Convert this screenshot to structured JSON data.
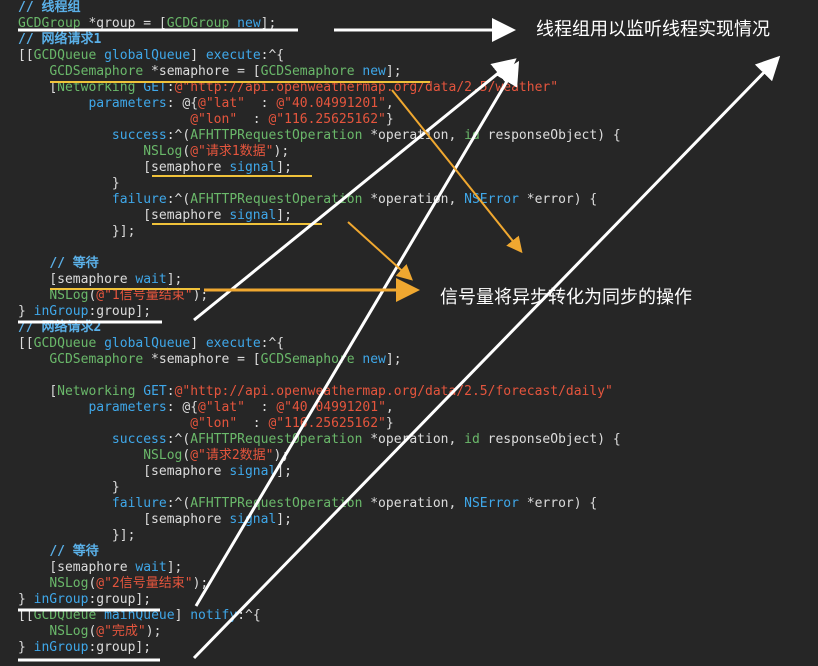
{
  "code_lines": [
    {
      "indent": "",
      "tokens": [
        {
          "t": "// 线程组",
          "c": "comment"
        }
      ]
    },
    {
      "indent": "",
      "tokens": [
        {
          "t": "GCDGroup",
          "c": "cls"
        },
        {
          "t": " *group = [",
          "c": "plain"
        },
        {
          "t": "GCDGroup",
          "c": "cls"
        },
        {
          "t": " new",
          "c": "kw"
        },
        {
          "t": "];",
          "c": "plain"
        }
      ]
    },
    {
      "indent": "",
      "tokens": [
        {
          "t": "// 网络请求1",
          "c": "comment"
        }
      ]
    },
    {
      "indent": "",
      "tokens": [
        {
          "t": "[[",
          "c": "plain"
        },
        {
          "t": "GCDQueue",
          "c": "cls"
        },
        {
          "t": " globalQueue",
          "c": "kw"
        },
        {
          "t": "] ",
          "c": "plain"
        },
        {
          "t": "execute",
          "c": "kw"
        },
        {
          "t": ":^{",
          "c": "plain"
        }
      ]
    },
    {
      "indent": "    ",
      "tokens": [
        {
          "t": "GCDSemaphore",
          "c": "cls"
        },
        {
          "t": " *semaphore = [",
          "c": "plain"
        },
        {
          "t": "GCDSemaphore",
          "c": "cls"
        },
        {
          "t": " new",
          "c": "kw"
        },
        {
          "t": "];",
          "c": "plain"
        }
      ]
    },
    {
      "indent": "    ",
      "tokens": [
        {
          "t": "[",
          "c": "plain"
        },
        {
          "t": "Networking",
          "c": "cls"
        },
        {
          "t": " GET",
          "c": "kw"
        },
        {
          "t": ":",
          "c": "plain"
        },
        {
          "t": "@\"http://api.openweathermap.org/data/2.5/weather\"",
          "c": "str"
        }
      ]
    },
    {
      "indent": "         ",
      "tokens": [
        {
          "t": "parameters",
          "c": "kw"
        },
        {
          "t": ": @{",
          "c": "plain"
        },
        {
          "t": "@\"lat\"",
          "c": "str"
        },
        {
          "t": "  : ",
          "c": "plain"
        },
        {
          "t": "@\"40.04991201\"",
          "c": "str"
        },
        {
          "t": ",",
          "c": "plain"
        }
      ]
    },
    {
      "indent": "                      ",
      "tokens": [
        {
          "t": "@\"lon\"",
          "c": "str"
        },
        {
          "t": "  : ",
          "c": "plain"
        },
        {
          "t": "@\"116.25625162\"",
          "c": "str"
        },
        {
          "t": "}",
          "c": "plain"
        }
      ]
    },
    {
      "indent": "            ",
      "tokens": [
        {
          "t": "success",
          "c": "kw"
        },
        {
          "t": ":^(",
          "c": "plain"
        },
        {
          "t": "AFHTTPRequestOperation",
          "c": "cls"
        },
        {
          "t": " *operation, ",
          "c": "plain"
        },
        {
          "t": "id",
          "c": "cls"
        },
        {
          "t": " responseObject) {",
          "c": "plain"
        }
      ]
    },
    {
      "indent": "                ",
      "tokens": [
        {
          "t": "NSLog",
          "c": "cls"
        },
        {
          "t": "(",
          "c": "plain"
        },
        {
          "t": "@\"请求1数据\"",
          "c": "str"
        },
        {
          "t": ");",
          "c": "plain"
        }
      ]
    },
    {
      "indent": "                ",
      "tokens": [
        {
          "t": "[semaphore ",
          "c": "plain"
        },
        {
          "t": "signal",
          "c": "kw"
        },
        {
          "t": "];",
          "c": "plain"
        }
      ]
    },
    {
      "indent": "            ",
      "tokens": [
        {
          "t": "}",
          "c": "plain"
        }
      ]
    },
    {
      "indent": "            ",
      "tokens": [
        {
          "t": "failure",
          "c": "kw"
        },
        {
          "t": ":^(",
          "c": "plain"
        },
        {
          "t": "AFHTTPRequestOperation",
          "c": "cls"
        },
        {
          "t": " *operation, ",
          "c": "plain"
        },
        {
          "t": "NSError",
          "c": "kw"
        },
        {
          "t": " *error) {",
          "c": "plain"
        }
      ]
    },
    {
      "indent": "                ",
      "tokens": [
        {
          "t": "[semaphore ",
          "c": "plain"
        },
        {
          "t": "signal",
          "c": "kw"
        },
        {
          "t": "];",
          "c": "plain"
        }
      ]
    },
    {
      "indent": "            ",
      "tokens": [
        {
          "t": "}];",
          "c": "plain"
        }
      ]
    },
    {
      "indent": "",
      "tokens": []
    },
    {
      "indent": "    ",
      "tokens": [
        {
          "t": "// 等待",
          "c": "comment"
        }
      ]
    },
    {
      "indent": "    ",
      "tokens": [
        {
          "t": "[semaphore ",
          "c": "plain"
        },
        {
          "t": "wait",
          "c": "kw"
        },
        {
          "t": "];",
          "c": "plain"
        }
      ]
    },
    {
      "indent": "    ",
      "tokens": [
        {
          "t": "NSLog",
          "c": "cls"
        },
        {
          "t": "(",
          "c": "plain"
        },
        {
          "t": "@\"1信号量结束\"",
          "c": "str"
        },
        {
          "t": ");",
          "c": "plain"
        }
      ]
    },
    {
      "indent": "",
      "tokens": [
        {
          "t": "} ",
          "c": "plain"
        },
        {
          "t": "inGroup",
          "c": "kw"
        },
        {
          "t": ":group];",
          "c": "plain"
        }
      ]
    },
    {
      "indent": "",
      "tokens": [
        {
          "t": "// 网络请求2",
          "c": "comment"
        }
      ]
    },
    {
      "indent": "",
      "tokens": [
        {
          "t": "[[",
          "c": "plain"
        },
        {
          "t": "GCDQueue",
          "c": "cls"
        },
        {
          "t": " globalQueue",
          "c": "kw"
        },
        {
          "t": "] ",
          "c": "plain"
        },
        {
          "t": "execute",
          "c": "kw"
        },
        {
          "t": ":^{",
          "c": "plain"
        }
      ]
    },
    {
      "indent": "    ",
      "tokens": [
        {
          "t": "GCDSemaphore",
          "c": "cls"
        },
        {
          "t": " *semaphore = [",
          "c": "plain"
        },
        {
          "t": "GCDSemaphore",
          "c": "cls"
        },
        {
          "t": " new",
          "c": "kw"
        },
        {
          "t": "];",
          "c": "plain"
        }
      ]
    },
    {
      "indent": "",
      "tokens": []
    },
    {
      "indent": "    ",
      "tokens": [
        {
          "t": "[",
          "c": "plain"
        },
        {
          "t": "Networking",
          "c": "cls"
        },
        {
          "t": " GET",
          "c": "kw"
        },
        {
          "t": ":",
          "c": "plain"
        },
        {
          "t": "@\"http://api.openweathermap.org/data/2.5/forecast/daily\"",
          "c": "str"
        }
      ]
    },
    {
      "indent": "         ",
      "tokens": [
        {
          "t": "parameters",
          "c": "kw"
        },
        {
          "t": ": @{",
          "c": "plain"
        },
        {
          "t": "@\"lat\"",
          "c": "str"
        },
        {
          "t": "  : ",
          "c": "plain"
        },
        {
          "t": "@\"40.04991201\"",
          "c": "str"
        },
        {
          "t": ",",
          "c": "plain"
        }
      ]
    },
    {
      "indent": "                      ",
      "tokens": [
        {
          "t": "@\"lon\"",
          "c": "str"
        },
        {
          "t": "  : ",
          "c": "plain"
        },
        {
          "t": "@\"116.25625162\"",
          "c": "str"
        },
        {
          "t": "}",
          "c": "plain"
        }
      ]
    },
    {
      "indent": "            ",
      "tokens": [
        {
          "t": "success",
          "c": "kw"
        },
        {
          "t": ":^(",
          "c": "plain"
        },
        {
          "t": "AFHTTPRequestOperation",
          "c": "cls"
        },
        {
          "t": " *operation, ",
          "c": "plain"
        },
        {
          "t": "id",
          "c": "cls"
        },
        {
          "t": " responseObject) {",
          "c": "plain"
        }
      ]
    },
    {
      "indent": "                ",
      "tokens": [
        {
          "t": "NSLog",
          "c": "cls"
        },
        {
          "t": "(",
          "c": "plain"
        },
        {
          "t": "@\"请求2数据\"",
          "c": "str"
        },
        {
          "t": ");",
          "c": "plain"
        }
      ]
    },
    {
      "indent": "                ",
      "tokens": [
        {
          "t": "[semaphore ",
          "c": "plain"
        },
        {
          "t": "signal",
          "c": "kw"
        },
        {
          "t": "];",
          "c": "plain"
        }
      ]
    },
    {
      "indent": "            ",
      "tokens": [
        {
          "t": "}",
          "c": "plain"
        }
      ]
    },
    {
      "indent": "            ",
      "tokens": [
        {
          "t": "failure",
          "c": "kw"
        },
        {
          "t": ":^(",
          "c": "plain"
        },
        {
          "t": "AFHTTPRequestOperation",
          "c": "cls"
        },
        {
          "t": " *operation, ",
          "c": "plain"
        },
        {
          "t": "NSError",
          "c": "kw"
        },
        {
          "t": " *error) {",
          "c": "plain"
        }
      ]
    },
    {
      "indent": "                ",
      "tokens": [
        {
          "t": "[semaphore ",
          "c": "plain"
        },
        {
          "t": "signal",
          "c": "kw"
        },
        {
          "t": "];",
          "c": "plain"
        }
      ]
    },
    {
      "indent": "            ",
      "tokens": [
        {
          "t": "}];",
          "c": "plain"
        }
      ]
    },
    {
      "indent": "    ",
      "tokens": [
        {
          "t": "// 等待",
          "c": "comment"
        }
      ]
    },
    {
      "indent": "    ",
      "tokens": [
        {
          "t": "[semaphore ",
          "c": "plain"
        },
        {
          "t": "wait",
          "c": "kw"
        },
        {
          "t": "];",
          "c": "plain"
        }
      ]
    },
    {
      "indent": "    ",
      "tokens": [
        {
          "t": "NSLog",
          "c": "cls"
        },
        {
          "t": "(",
          "c": "plain"
        },
        {
          "t": "@\"2信号量结束\"",
          "c": "str"
        },
        {
          "t": ");",
          "c": "plain"
        }
      ]
    },
    {
      "indent": "",
      "tokens": [
        {
          "t": "} ",
          "c": "plain"
        },
        {
          "t": "inGroup",
          "c": "kw"
        },
        {
          "t": ":group];",
          "c": "plain"
        }
      ]
    },
    {
      "indent": "",
      "tokens": [
        {
          "t": "[[",
          "c": "plain"
        },
        {
          "t": "GCDQueue",
          "c": "cls"
        },
        {
          "t": " mainQueue",
          "c": "kw"
        },
        {
          "t": "] ",
          "c": "plain"
        },
        {
          "t": "notify",
          "c": "kw"
        },
        {
          "t": ":^{",
          "c": "plain"
        }
      ]
    },
    {
      "indent": "    ",
      "tokens": [
        {
          "t": "NSLog",
          "c": "cls"
        },
        {
          "t": "(",
          "c": "plain"
        },
        {
          "t": "@\"完成\"",
          "c": "str"
        },
        {
          "t": ");",
          "c": "plain"
        }
      ]
    },
    {
      "indent": "",
      "tokens": [
        {
          "t": "} ",
          "c": "plain"
        },
        {
          "t": "inGroup",
          "c": "kw"
        },
        {
          "t": ":group];",
          "c": "plain"
        }
      ]
    }
  ],
  "annotations": {
    "group_note": "线程组用以监听线程实现情况",
    "semaphore_note": "信号量将异步转化为同步的操作"
  },
  "colors": {
    "background": "#262626",
    "comment": "#5ab0e8",
    "class": "#6ab86a",
    "string": "#e5553d",
    "keyword": "#3fa8ea",
    "underline_yellow": "#f0c23a",
    "arrow_orange": "#f0a830",
    "white": "#ffffff"
  }
}
